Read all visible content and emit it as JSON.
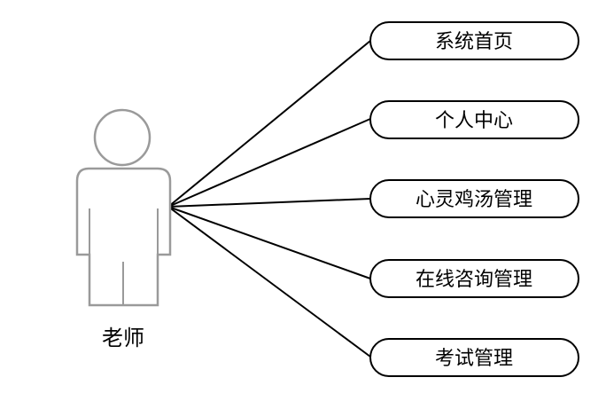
{
  "actor": {
    "label": "老师",
    "icon": "person-icon"
  },
  "use_cases": [
    {
      "label": "系统首页"
    },
    {
      "label": "个人中心"
    },
    {
      "label": "心灵鸡汤管理"
    },
    {
      "label": "在线咨询管理"
    },
    {
      "label": "考试管理"
    }
  ],
  "colors": {
    "line": "#000000",
    "actor_outline": "#9a9a9a",
    "ellipse_border": "#000000",
    "text": "#000000"
  }
}
